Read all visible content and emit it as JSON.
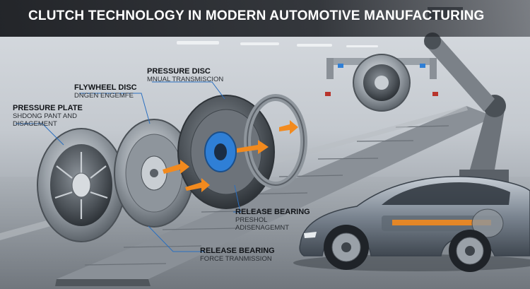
{
  "title": "CLUTCH TECHNOLOGY IN MODERN AUTOMOTIVE MANUFACTURING",
  "callouts": {
    "pressure_disc": {
      "title": "PRESSURE DISC",
      "subtitle": "MNUAL TRANSMISCION"
    },
    "flywheel_disc": {
      "title": "FLYWHEEL DISC",
      "subtitle": "DNGEN ENGEMFE"
    },
    "pressure_plate": {
      "title": "PRESSURE PLATE",
      "subtitle_line1": "SHDONG PANT AND",
      "subtitle_line2": "DISAGEMENT"
    },
    "release_bearing_upper": {
      "title": "RELEASE BEARING",
      "subtitle_line1": "PRESHOL",
      "subtitle_line2": "ADISENAGEMNT"
    },
    "release_bearing_lower": {
      "title": "RELEASE BEARING",
      "subtitle": "FORCE TRANMISSION"
    }
  },
  "colors": {
    "banner": "#1c1f24",
    "accent_orange": "#f28a1e",
    "accent_blue": "#2f7fd6",
    "metal": "#8e959c",
    "car_body": "#7b8591"
  },
  "icons": [
    "clutch-assembly-illustration",
    "robot-arm-illustration",
    "sports-car-illustration",
    "conveyor-belt-illustration"
  ]
}
